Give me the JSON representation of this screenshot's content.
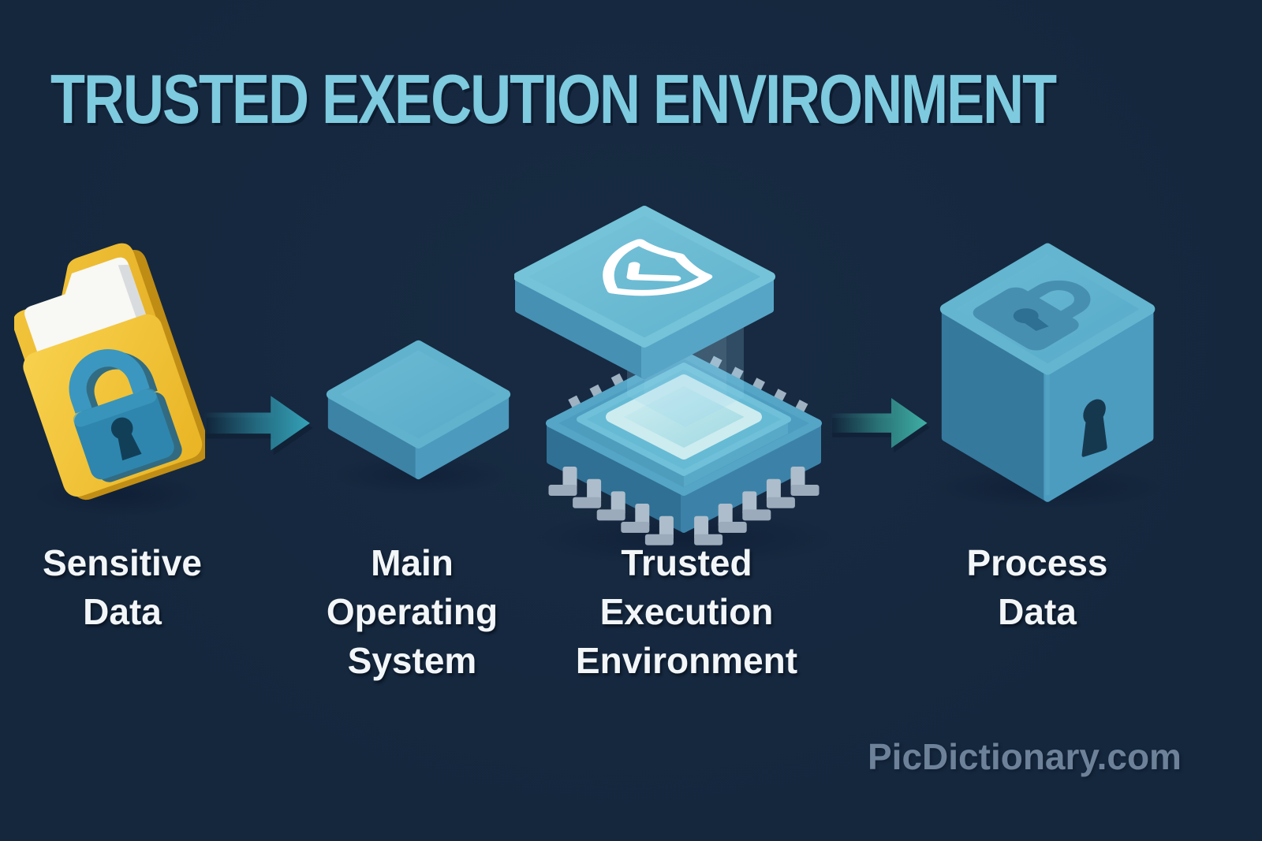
{
  "title": "TRUSTED EXECUTION ENVIRONMENT",
  "watermark": "PicDictionary.com",
  "steps": [
    {
      "name": "sensitive-data",
      "label": "Sensitive\nData",
      "icon": "folder-lock-icon"
    },
    {
      "name": "main-operating-system",
      "label": "Main\nOperating\nSystem",
      "icon": "os-block-icon"
    },
    {
      "name": "trusted-execution-environment",
      "label": "Trusted\nExecution\nEnvironment",
      "icon": "shield-chip-icon"
    },
    {
      "name": "process-data",
      "label": "Process\nData",
      "icon": "locked-cube-icon"
    }
  ],
  "arrows": [
    {
      "name": "flow-arrow-1",
      "direction": "right",
      "color": "#2f99b0"
    },
    {
      "name": "flow-arrow-2",
      "direction": "right",
      "color": "#3aa89f"
    }
  ],
  "colors": {
    "background": "#15273d",
    "title_text": "#7ecadf",
    "label_text": "#f3f6f8",
    "watermark_text": "#6d8299",
    "folder_yellow": "#f2c53d",
    "lock_blue": "#2e86ae",
    "icon_blue": "#55aac8",
    "arrow_teal_1": "#2f99b0",
    "arrow_teal_2": "#3aa89f",
    "shield_white": "#ffffff",
    "pin_gray": "#aebdcb"
  }
}
